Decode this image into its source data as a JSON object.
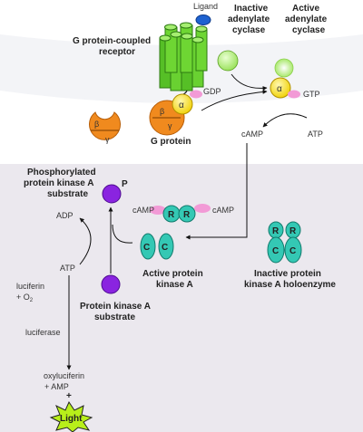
{
  "labels": {
    "ligand": "Ligand",
    "gpcr_line1": "G protein-coupled",
    "gpcr_line2": "receptor",
    "g_protein": "G protein",
    "gdp": "GDP",
    "gtp": "GTP",
    "inactive_ac_line1": "Inactive",
    "inactive_ac_line2": "adenylate",
    "inactive_ac_line3": "cyclase",
    "active_ac_line1": "Active",
    "active_ac_line2": "adenylate",
    "active_ac_line3": "cyclase",
    "camp_top": "cAMP",
    "atp_top": "ATP",
    "phospho_line1": "Phosphorylated",
    "phospho_line2": "protein kinase A",
    "phospho_line3": "substrate",
    "p": "P",
    "adp": "ADP",
    "atp_left": "ATP",
    "luciferin": "luciferin",
    "plus_o2": "+ O",
    "o2_sub": "2",
    "luciferase": "luciferase",
    "pka_sub_line1": "Protein kinase A",
    "pka_sub_line2": "substrate",
    "camp_left": "cAMP",
    "camp_right": "cAMP",
    "active_pka_line1": "Active protein",
    "active_pka_line2": "kinase A",
    "inactive_pka_line1": "Inactive protein",
    "inactive_pka_line2": "kinase A holoenzyme",
    "oxyluciferin": "oxyluciferin",
    "plus_amp": "+ AMP",
    "plus": "+",
    "light": "Light",
    "alpha": "α",
    "beta": "β",
    "gamma": "γ",
    "R": "R",
    "C": "C"
  },
  "colors": {
    "receptor_green": "#5cc62a",
    "ligand_blue": "#1e62d0",
    "g_orange": "#f08a1e",
    "g_yellow": "#f3da10",
    "cyclase_green": "#a9e86c",
    "camp_pink": "#f29ad6",
    "pka_cyan": "#34c8b4",
    "substrate_purple": "#8a24e0",
    "light_green": "#b8ef1a",
    "cytoplasm_bg": "#ebe8ee"
  }
}
